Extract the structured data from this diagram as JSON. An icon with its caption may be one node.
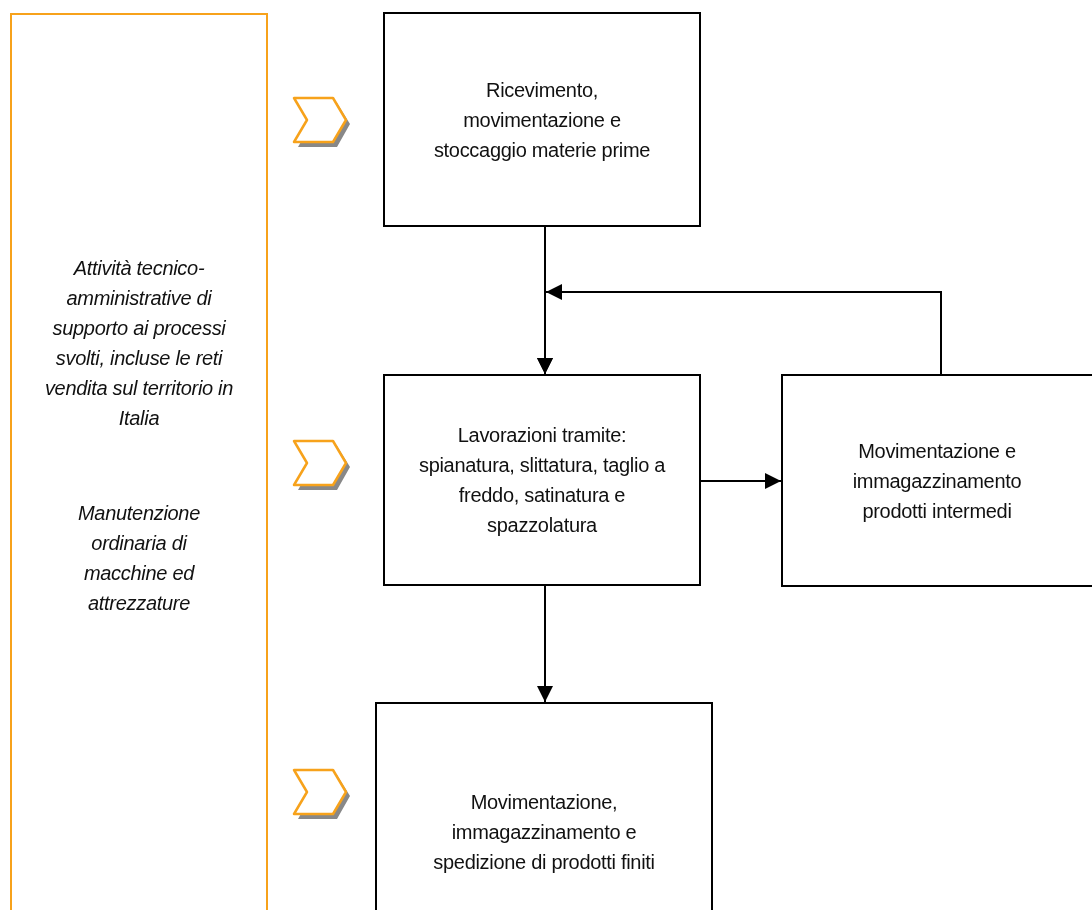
{
  "diagram": {
    "nodes": [
      {
        "text": [
          "Attività tecnico-amministrative di supporto ai processi svolti, incluse le reti vendita sul territorio in Italia",
          "Manutenzione ordinaria di macchine ed attrezzature"
        ]
      },
      {
        "text": [
          "Ricevimento, movimentazione e stoccaggio materie prime"
        ]
      },
      {
        "text": [
          "Lavorazioni tramite: spianatura, slittatura, taglio a freddo, satinatura e spazzolatura"
        ]
      },
      {
        "text": [
          "Movimentazione e immagazzinamento prodotti intermedi"
        ]
      },
      {
        "text": [
          "Movimentazione, immagazzinamento e spedizione di prodotti finiti"
        ]
      }
    ],
    "edges": [
      {
        "from": 1,
        "to": 2,
        "arrow": "to"
      },
      {
        "from": 3,
        "to": 2,
        "arrow": "to"
      },
      {
        "from": 2,
        "to": 3,
        "arrow": "to"
      },
      {
        "from": 2,
        "to": 4,
        "arrow": "to"
      }
    ]
  }
}
